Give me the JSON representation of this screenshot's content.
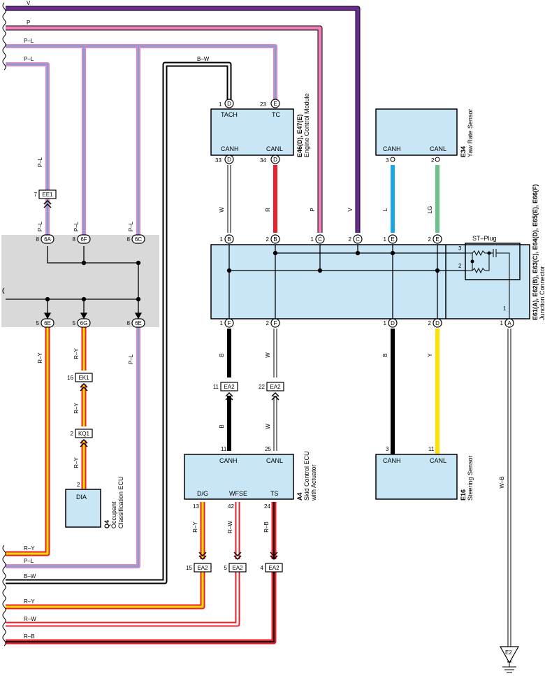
{
  "colors": {
    "wire_V": "#6b2c91",
    "wire_P": "#ee82b9",
    "wire_PL_outer": "#ee82b9",
    "wire_PL_inner": "#5aaee6",
    "wire_R": "#e8202a",
    "wire_Y": "#ffe000",
    "wire_L": "#1aa7e8",
    "wire_LG": "#6cc08b",
    "wire_B": "#000000",
    "wire_W": "#ffffff",
    "component_fill": "#c8e6f5",
    "shaded_block": "#d9d9d9"
  },
  "wire_labels": {
    "v": "V",
    "p": "P",
    "pl_1": "P–L",
    "pl_2": "P–L",
    "bw_top": "B–W",
    "ry_bottom": "R–Y",
    "pl_bottom": "P–L",
    "bw_bottom": "B–W",
    "ry_bottom2": "R–Y",
    "rw_bottom": "R–W",
    "rb_bottom": "R–B",
    "pl_v1": "P–L",
    "pl_v2": "P–L",
    "pl_v3": "P–L",
    "pl_v4": "P–L",
    "pl_v5": "P–L",
    "ry_v1": "R–Y",
    "ry_v2": "R–Y",
    "ry_v3": "R–Y",
    "ry_v4": "R–Y",
    "w_1": "W",
    "r_1": "R",
    "p_1": "P",
    "v_1": "V",
    "l_1": "L",
    "lg_1": "LG",
    "b_1": "B",
    "w_2": "W",
    "b_2": "B",
    "w_3": "W",
    "b_3": "B",
    "y_1": "Y",
    "wb_1": "W–B",
    "ry_4": "R–Y",
    "rw_1": "R–W",
    "rb_1": "R–B"
  },
  "ecm": {
    "id": "E46(D), E47(E)",
    "name": "Engine Control Module",
    "tach": "TACH",
    "tc": "TC",
    "canh": "CANH",
    "canl": "CANL",
    "pin_tach": "1",
    "conn_tach": "D",
    "pin_tc": "23",
    "conn_tc": "E",
    "pin_canh": "33",
    "conn_canh": "D",
    "pin_canl": "34",
    "conn_canl": "D"
  },
  "yaw": {
    "id": "E34",
    "name": "Yaw Rate Sensor",
    "canh": "CANH",
    "canl": "CANL",
    "pin_canh": "3",
    "pin_canl": "2"
  },
  "jc": {
    "id": "E61(A), E62(B), E63(C), E64(D), E65(E), E66(F)",
    "name": "Junction Connector",
    "st_plug": "ST–Plug",
    "top_pins": [
      {
        "n": "1",
        "c": "B"
      },
      {
        "n": "2",
        "c": "B"
      },
      {
        "n": "1",
        "c": "C"
      },
      {
        "n": "2",
        "c": "C"
      },
      {
        "n": "1",
        "c": "E"
      },
      {
        "n": "2",
        "c": "E"
      }
    ],
    "bottom_pins": [
      {
        "n": "1",
        "c": "F"
      },
      {
        "n": "2",
        "c": "F"
      },
      {
        "n": "1",
        "c": "D"
      },
      {
        "n": "2",
        "c": "D"
      },
      {
        "n": "1",
        "c": "A"
      }
    ],
    "plug_pin_3": "3",
    "plug_pin_2": "2",
    "plug_pin_1": "1"
  },
  "junction_block": {
    "top_pins": [
      {
        "n": "8",
        "c": "6A"
      },
      {
        "n": "8",
        "c": "6F"
      },
      {
        "n": "8",
        "c": "6C"
      }
    ],
    "bottom_pins": [
      {
        "n": "5",
        "c": "6E"
      },
      {
        "n": "5",
        "c": "6G"
      },
      {
        "n": "8",
        "c": "6E"
      }
    ]
  },
  "connectors": {
    "ee1": "EE1",
    "ee1_pin": "7",
    "ek1": "EK1",
    "ek1_pin": "16",
    "kq1": "KQ1",
    "kq1_pin": "2",
    "ea2_11": "EA2",
    "ea2_11_pin": "11",
    "ea2_22": "EA2",
    "ea2_22_pin": "22",
    "ea2_15": "EA2",
    "ea2_15_pin": "15",
    "ea2_5": "EA2",
    "ea2_5_pin": "5",
    "ea2_4": "EA2",
    "ea2_4_pin": "4"
  },
  "occupant": {
    "id": "Q4",
    "name_1": "Occupant",
    "name_2": "Classification ECU",
    "dia": "DIA",
    "pin_dia": "2"
  },
  "skid": {
    "id": "A4",
    "name_1": "Skid Control ECU",
    "name_2": "with Actuator",
    "canh": "CANH",
    "canl": "CANL",
    "dg": "D/G",
    "wfse": "WFSE",
    "ts": "TS",
    "pin_canh": "11",
    "pin_canl": "25",
    "pin_dg": "13",
    "pin_wfse": "42",
    "pin_ts": "24"
  },
  "steering": {
    "id": "E16",
    "name": "Steering Sensor",
    "canh": "CANH",
    "canl": "CANL",
    "pin_canh": "3",
    "pin_canl": "11"
  },
  "ground": {
    "label": "E2"
  }
}
